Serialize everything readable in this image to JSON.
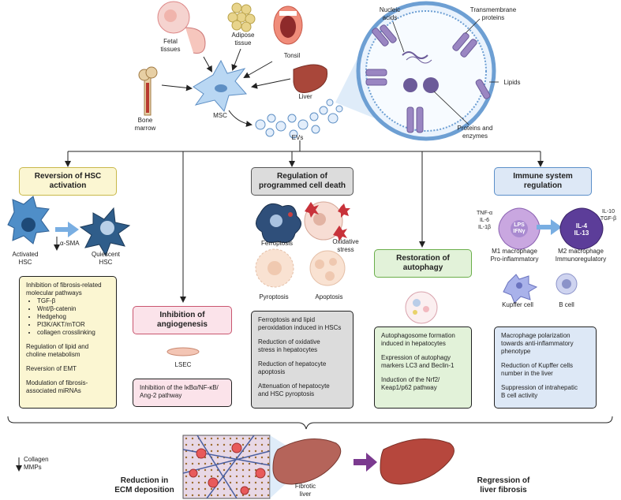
{
  "sources": {
    "fetal": "Fetal\ntissues",
    "adipose": "Adipose\ntissue",
    "tonsil": "Tonsil",
    "liver": "Liver",
    "bone_marrow": "Bone\nmarrow",
    "msc": "MSC",
    "evs": "EVs"
  },
  "ev_structure": {
    "nucleic_acids": "Nucleic\nacids",
    "transmembrane": "Transmembrane\nproteins",
    "lipids": "Lipids",
    "proteins": "Proteins and\nenzymes"
  },
  "hsc": {
    "title": "Reversion of HSC\nactivation",
    "activated": "Activated\nHSC",
    "quiescent": "Quiescent\nHSC",
    "sma": "α-SMA",
    "panel_intro": "Inhibition of fibrosis-related\nmolecular pathways",
    "pathways": [
      "TGF-β",
      "Wnt/β-catenin",
      "Hedgehog",
      "PI3K/AKT/mTOR",
      "collagen crosslinking"
    ],
    "p2": "Regulation of lipid and\ncholine metabolism",
    "p3": "Reversion of EMT",
    "p4": "Modulation of fibrosis-\nassociated miRNAs"
  },
  "angio": {
    "title": "Inhibition of\nangiogenesis",
    "lsec": "LSEC",
    "panel": "Inhibition of the IκBα/NF-κB/\nAng-2 pathway"
  },
  "death": {
    "title": "Regulation of\nprogrammed cell death",
    "ferroptosis": "Ferroptosis",
    "oxidative": "Oxidative\nstress",
    "pyroptosis": "Pyroptosis",
    "apoptosis": "Apoptosis",
    "p1": "Ferroptosis and lipid\nperoxidation induced in HSCs",
    "p2": "Reduction of oxidative\nstress in hepatocytes",
    "p3": "Reduction of hepatocyte\napoptosis",
    "p4": "Attenuation of hepatocyte\nand HSC pyroptosis"
  },
  "autophagy": {
    "title": "Restoration of\nautophagy",
    "p1": "Autophagosome formation\ninduced in hepatocytes",
    "p2": "Expression of autophagy\nmarkers LC3 and Beclin-1",
    "p3": "Induction of the Nrf2/\nKeap1/p62 pathway"
  },
  "immune": {
    "title": "Immune system\nregulation",
    "m1_cytokines": "TNF-α\nIL-6\nIL-1β",
    "m1_inner": "LPS\nIFNγ",
    "m2_inner": "IL-4\nIL-13",
    "m2_cytokines": "IL-10\nTGF-β",
    "m1": "M1 macrophage\nPro-inflammatory",
    "m2": "M2 macrophage\nImmunoregulatory",
    "kupffer": "Kupffer cell",
    "bcell": "B cell",
    "p1": "Macrophage polarization\ntowards anti-inflammatory\nphenotype",
    "p2": "Reduction of  Kupffer cells\nnumber in the liver",
    "p3": "Suppression of intrahepatic\nB cell activity"
  },
  "bottom": {
    "collagen": "Collagen\nMMPs",
    "ecm": "Reduction in\nECM deposition",
    "fibrotic": "Fibrotic\nliver",
    "regression": "Regression of\nliver fibrosis"
  },
  "colors": {
    "hsc_accent": "#c8b84a",
    "angio_accent": "#c9566f",
    "death_accent": "#555555",
    "autophagy_accent": "#6aae4a",
    "immune_accent": "#5b8fc9",
    "arrow_purple": "#7b3a8f"
  }
}
